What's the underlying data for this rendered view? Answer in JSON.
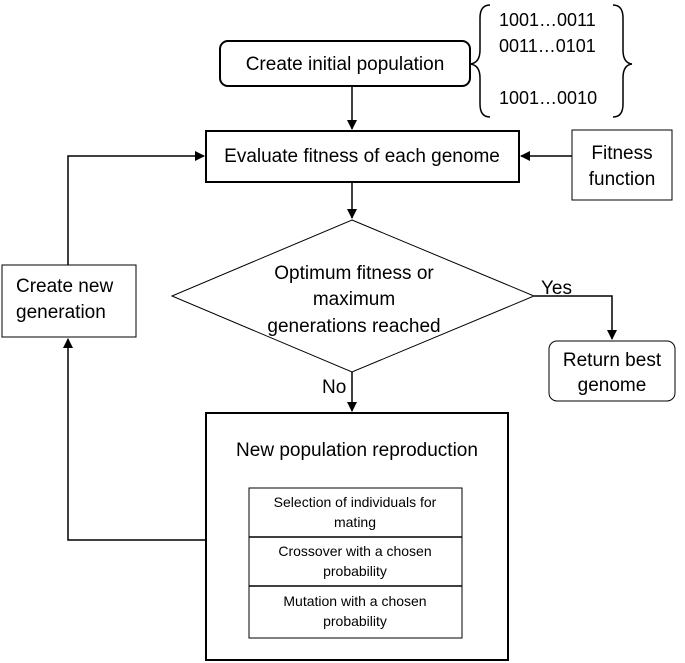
{
  "nodes": {
    "create_initial_population": {
      "label": "Create initial population"
    },
    "genome_samples": {
      "lines": [
        "1001…0011",
        "0011…0101",
        "1001…0010"
      ]
    },
    "evaluate_fitness": {
      "label": "Evaluate fitness of each genome"
    },
    "fitness_function": {
      "lines": [
        "Fitness",
        "function"
      ]
    },
    "decision": {
      "lines": [
        "Optimum fitness or",
        "maximum",
        "generations reached"
      ]
    },
    "create_new_generation": {
      "lines": [
        "Create new",
        "generation"
      ]
    },
    "return_best_genome": {
      "lines": [
        "Return best",
        "genome"
      ]
    },
    "new_population_reproduction": {
      "title": "New population reproduction",
      "steps": [
        {
          "lines": [
            "Selection of individuals for",
            "mating"
          ]
        },
        {
          "lines": [
            "Crossover with a chosen",
            "probability"
          ]
        },
        {
          "lines": [
            "Mutation with a chosen",
            "probability"
          ]
        }
      ]
    }
  },
  "edges": {
    "yes_label": "Yes",
    "no_label": "No"
  }
}
